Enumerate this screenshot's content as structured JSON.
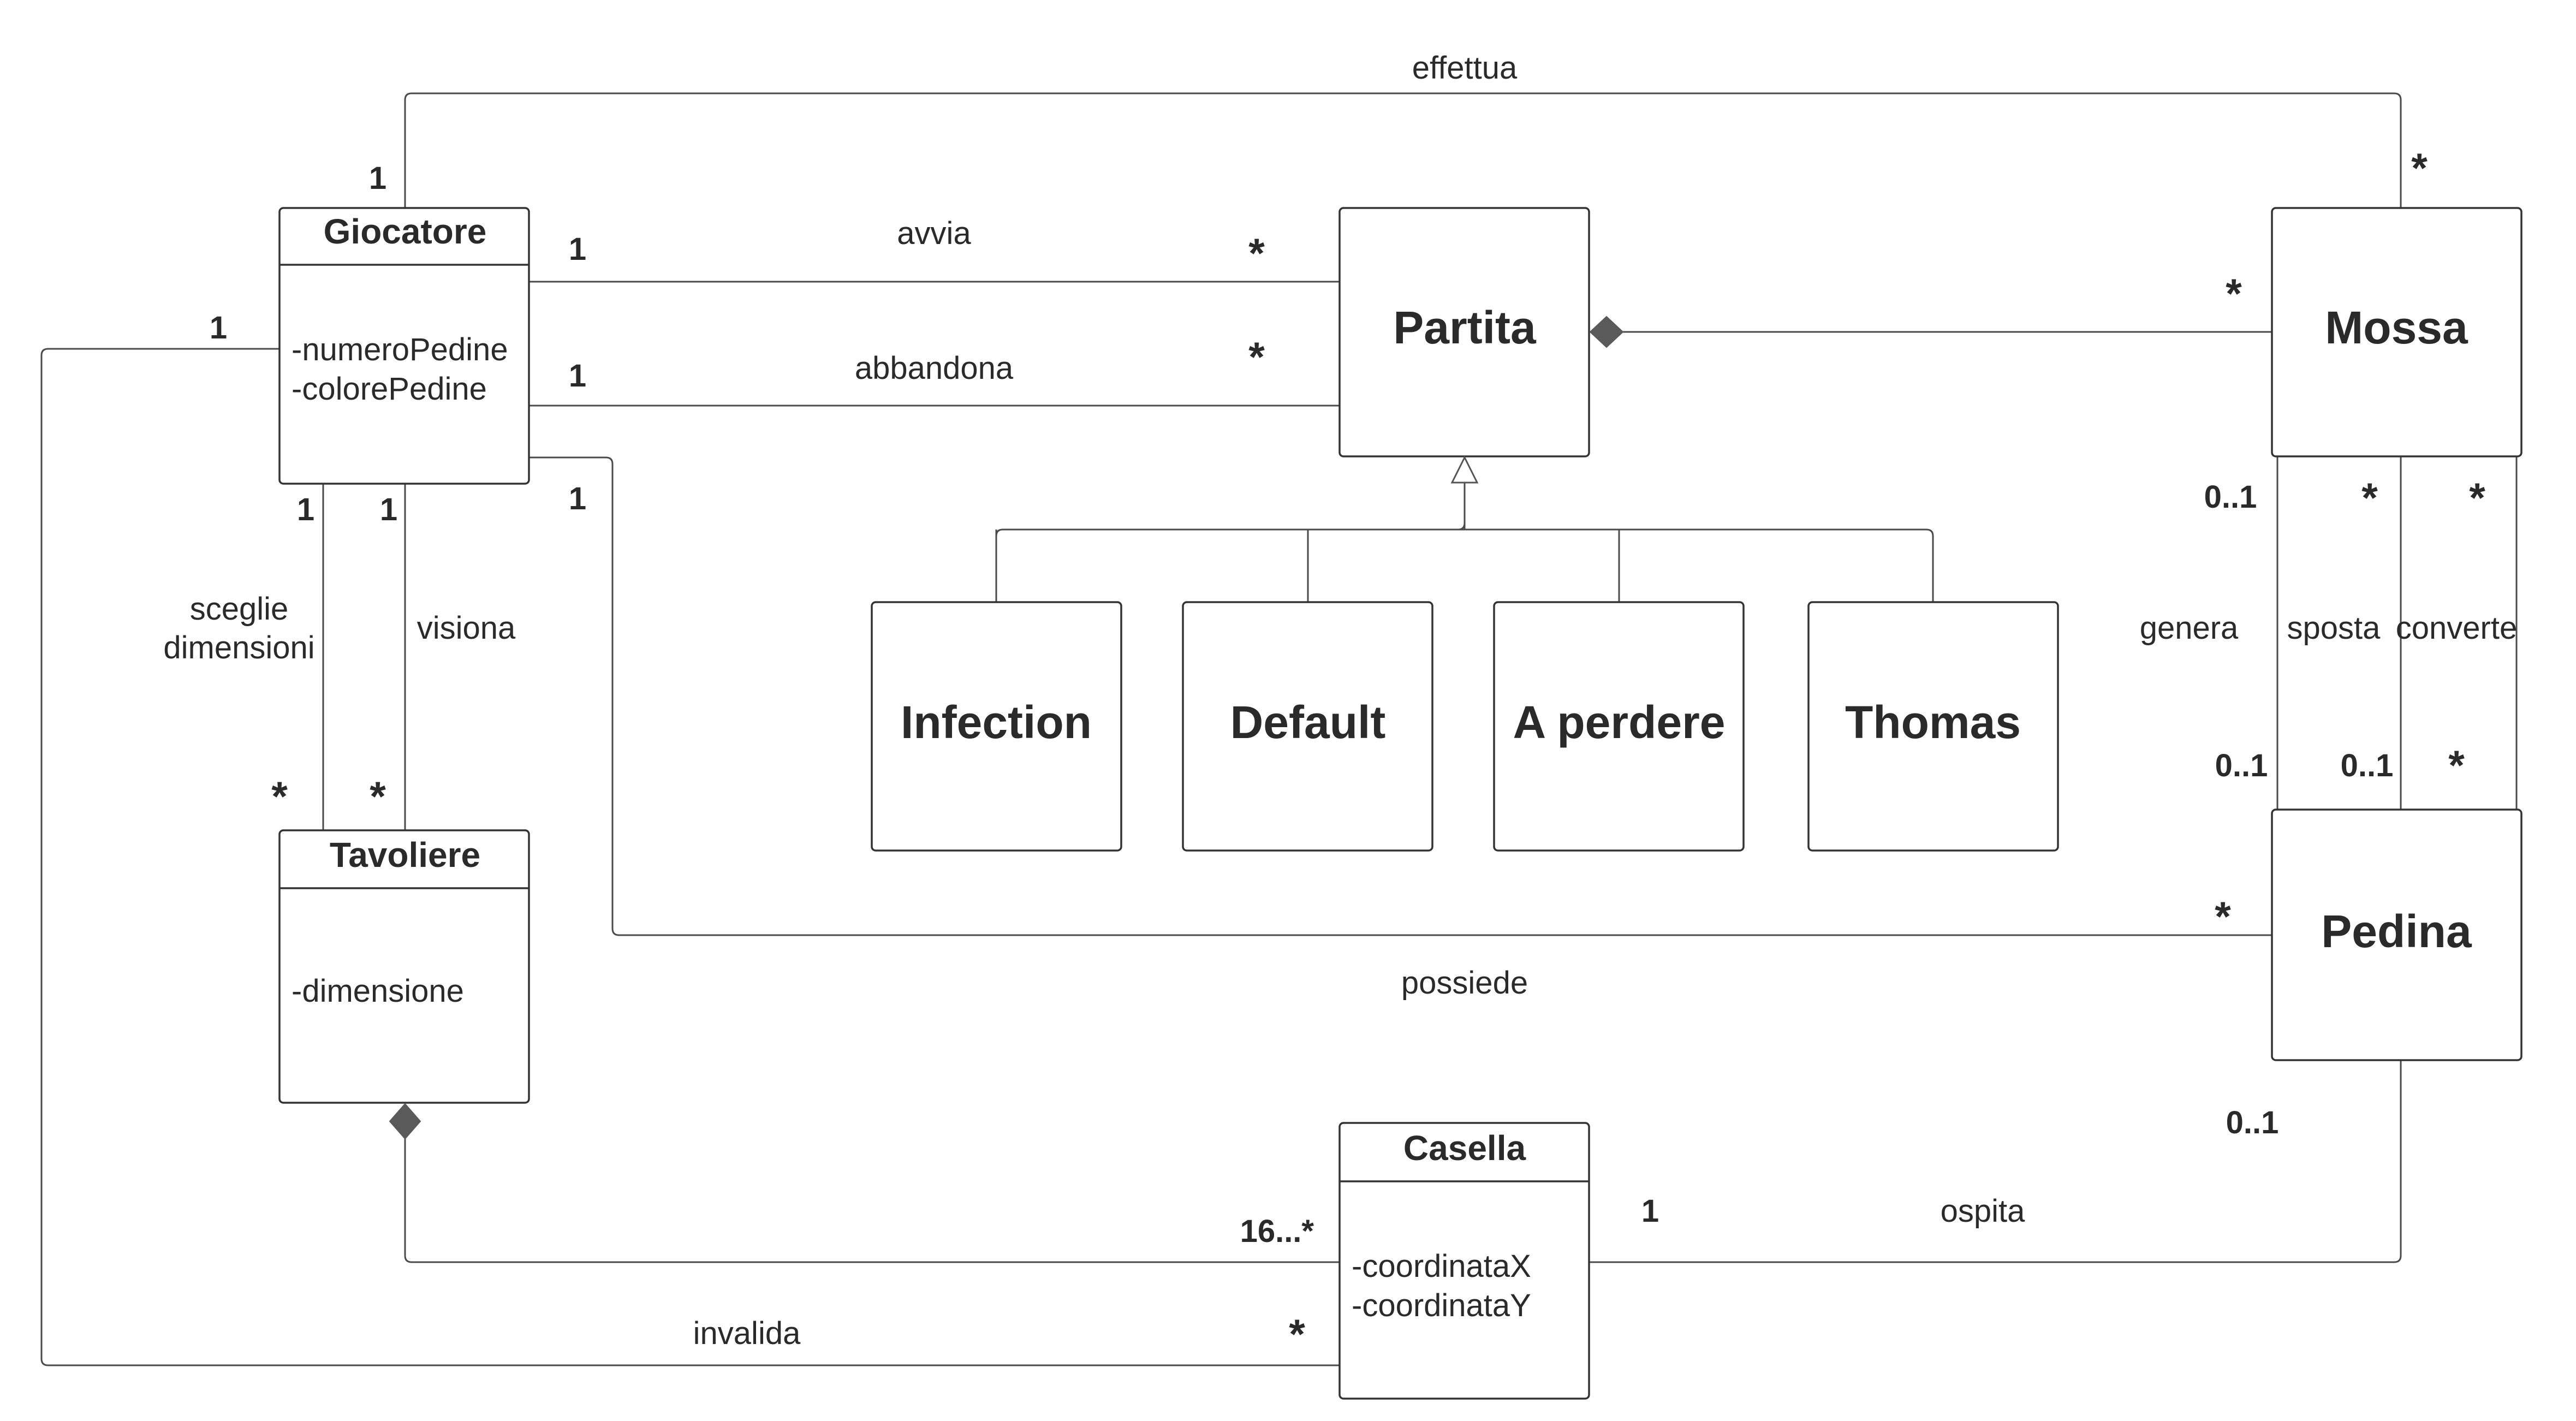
{
  "classes": {
    "giocatore": {
      "name": "Giocatore",
      "attributes": [
        "-numeroPedine",
        "-colorePedine"
      ]
    },
    "tavoliere": {
      "name": "Tavoliere",
      "attributes": [
        "-dimensione"
      ]
    },
    "casella": {
      "name": "Casella",
      "attributes": [
        "-coordinataX",
        "-coordinataY"
      ]
    },
    "partita": {
      "name": "Partita"
    },
    "mossa": {
      "name": "Mossa"
    },
    "pedina": {
      "name": "Pedina"
    },
    "infection": {
      "name": "Infection"
    },
    "default": {
      "name": "Default"
    },
    "a_perdere": {
      "name": "A perdere"
    },
    "thomas": {
      "name": "Thomas"
    }
  },
  "associations": {
    "effettua": {
      "label": "effettua",
      "mult_giocatore": "1",
      "mult_mossa": "*"
    },
    "avvia": {
      "label": "avvia",
      "mult_giocatore": "1",
      "mult_partita": "*"
    },
    "abbandona": {
      "label": "abbandona",
      "mult_giocatore": "1",
      "mult_partita": "*"
    },
    "partita_mossa": {
      "mult_mossa": "*"
    },
    "possiede": {
      "label": "possiede",
      "mult_giocatore": "1",
      "mult_pedina": "*"
    },
    "invalida": {
      "label": "invalida",
      "mult_giocatore": "1",
      "mult_casella": "*"
    },
    "sceglie": {
      "label_line1": "sceglie",
      "label_line2": "dimensioni",
      "mult_giocatore": "1",
      "mult_tavoliere": "*"
    },
    "visiona": {
      "label": "visiona",
      "mult_giocatore": "1",
      "mult_tavoliere": "*"
    },
    "tavoliere_casella": {
      "mult_casella": "16...*"
    },
    "ospita": {
      "label": "ospita",
      "mult_casella": "1",
      "mult_pedina": "0..1"
    },
    "genera": {
      "label": "genera",
      "mult_mossa": "0..1",
      "mult_pedina": "0..1"
    },
    "sposta": {
      "label": "sposta",
      "mult_mossa": "*",
      "mult_pedina": "0..1"
    },
    "converte": {
      "label": "converte",
      "mult_mossa": "*",
      "mult_pedina": "*"
    }
  }
}
